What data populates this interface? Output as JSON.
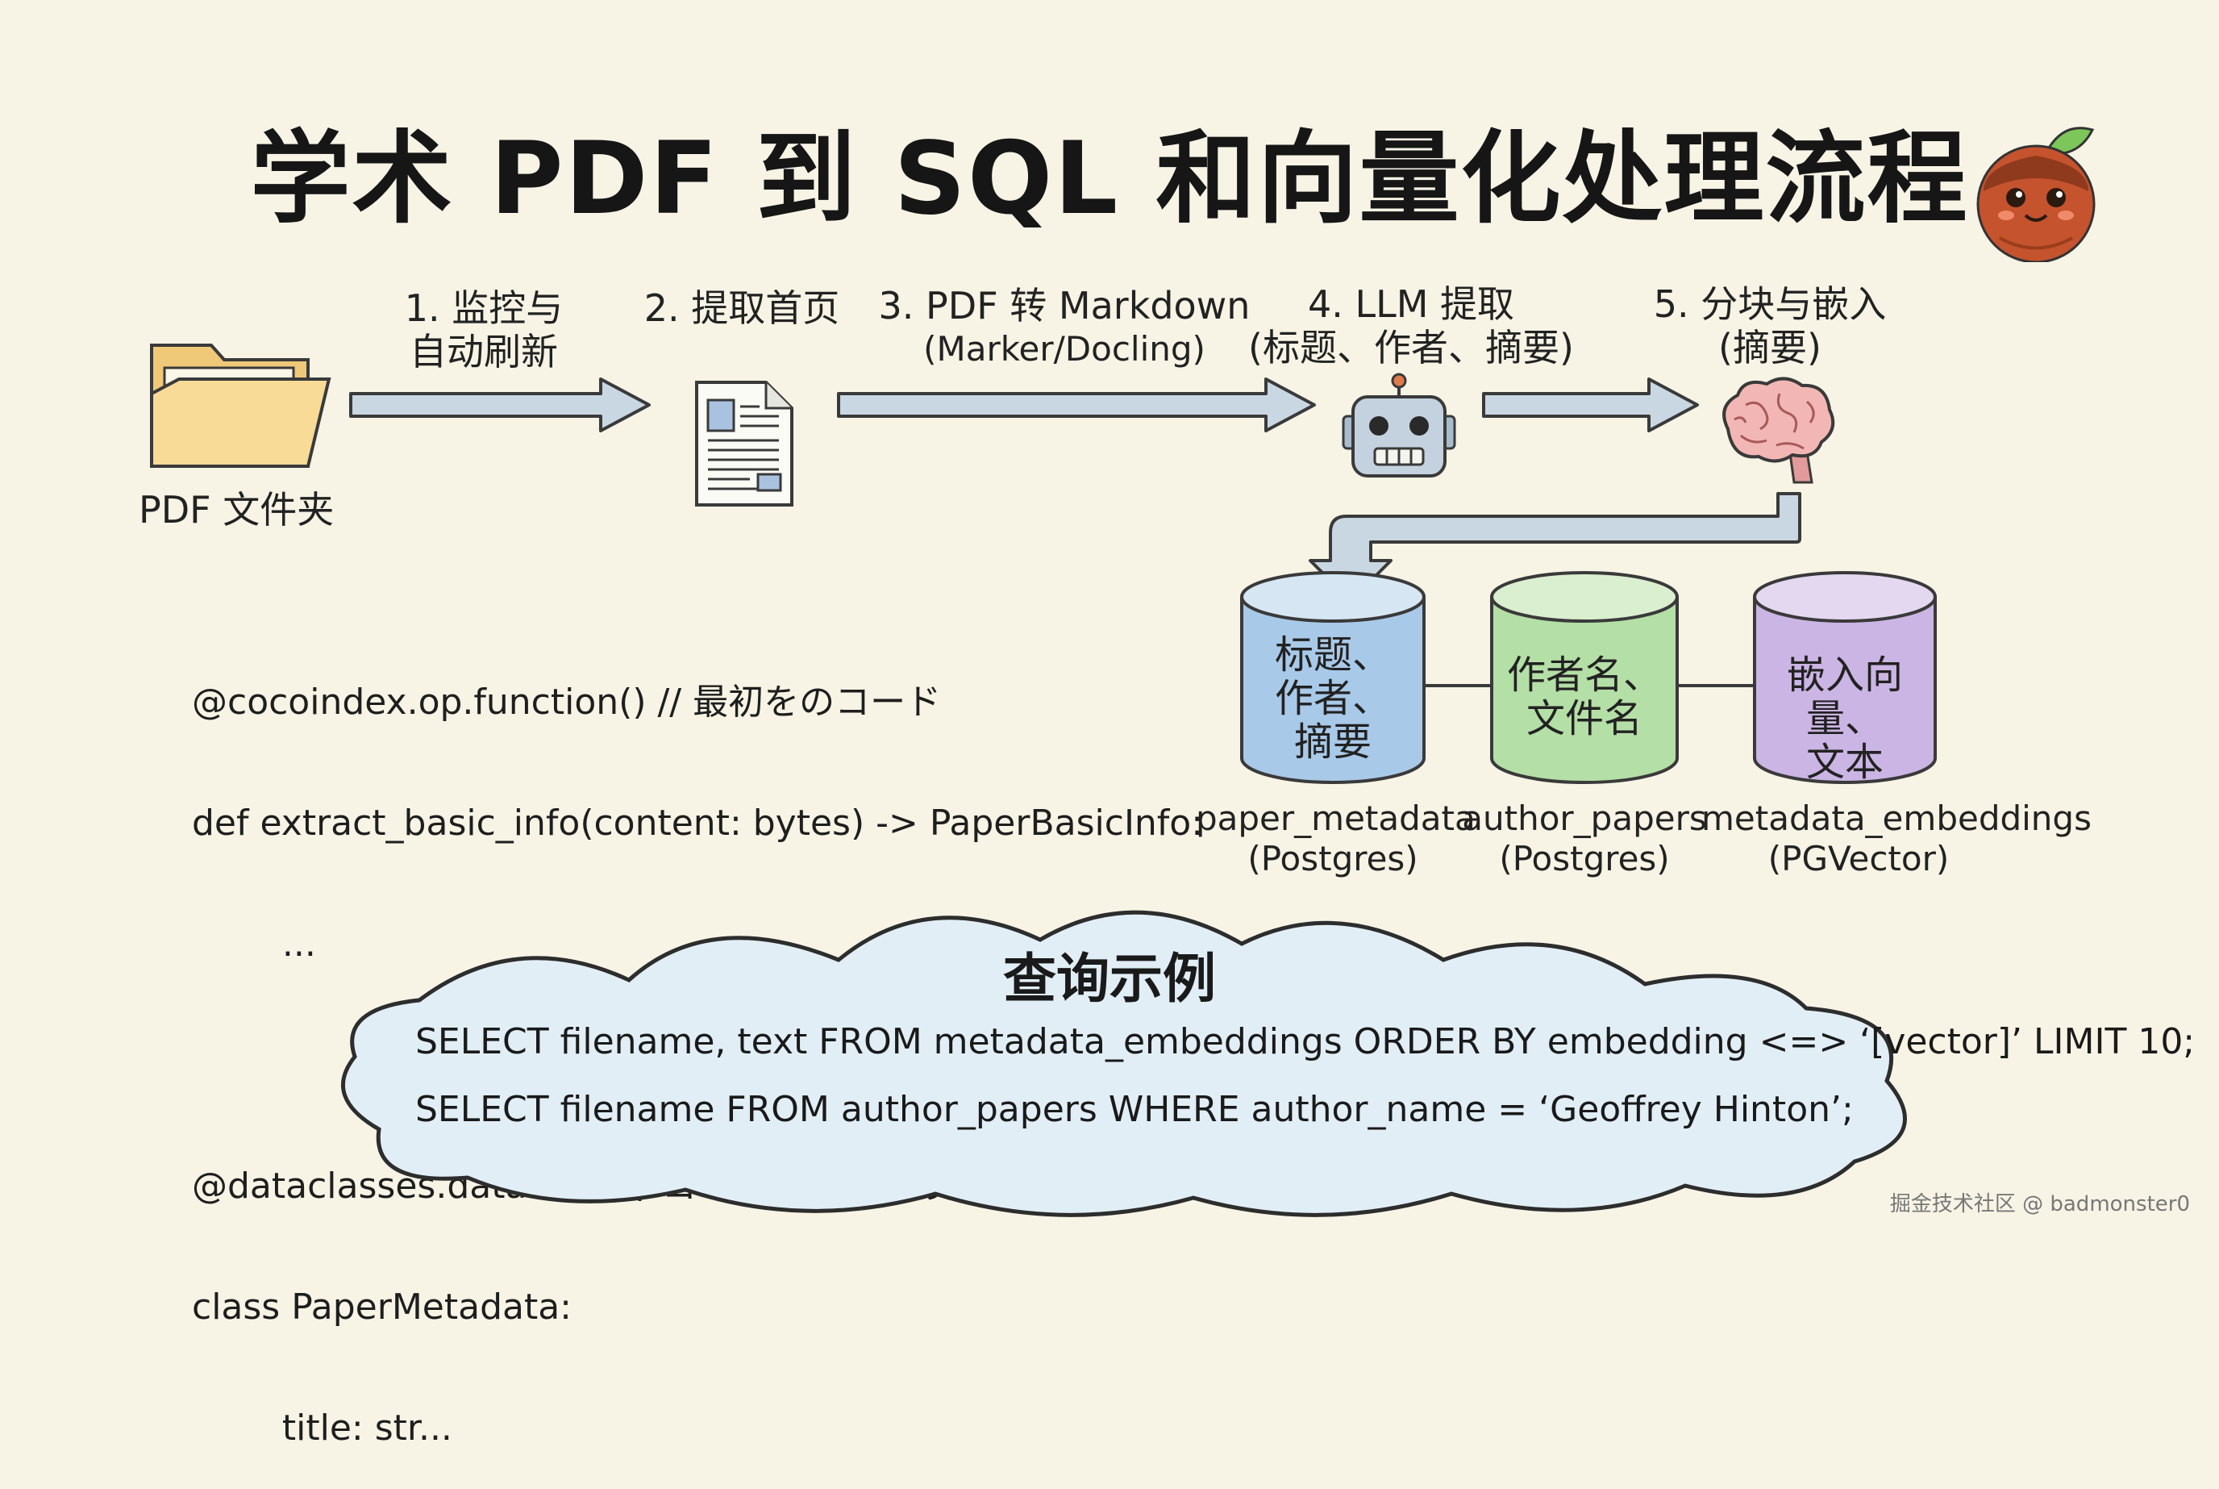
{
  "title": "学术 PDF 到 SQL 和向量化处理流程",
  "source_folder": {
    "label": "PDF 文件夹",
    "icon": "folder-icon"
  },
  "steps": [
    {
      "line1": "1. 监控与",
      "line2": "自动刷新",
      "icon": ""
    },
    {
      "line1": "2. 提取首页",
      "line2": "",
      "icon": "document-icon"
    },
    {
      "line1": "3. PDF 转 Markdown",
      "line2": "(Marker/Docling)",
      "icon": ""
    },
    {
      "line1": "4. LLM 提取",
      "line2": "(标题、作者、摘要)",
      "icon": "robot-icon"
    },
    {
      "line1": "5. 分块与嵌入",
      "line2": "(摘要)",
      "icon": "brain-icon"
    }
  ],
  "code_lines": [
    "@cocoindex.op.function() // 最初をのコード",
    "def extract_basic_info(content: bytes) -> PaperBasicInfo:",
    "        ...",
    "",
    "@dataclasses.dataclass // ココメードを埋め込みによる",
    "class PaperMetadata:",
    "        title: str..."
  ],
  "databases": [
    {
      "content": [
        "标题、",
        "作者、",
        "摘要"
      ],
      "name": "paper_metadata",
      "engine": "(Postgres)",
      "color": "#a9c9e8"
    },
    {
      "content": [
        "作者名、",
        "文件名"
      ],
      "name": "author_papers",
      "engine": "(Postgres)",
      "color": "#b4dfa6"
    },
    {
      "content": [
        "嵌入向量、",
        "文本"
      ],
      "name": "metadata_embeddings",
      "engine": "(PGVector)",
      "color": "#cbb5e4"
    }
  ],
  "query": {
    "title": "查询示例",
    "lines": [
      "SELECT filename, text FROM metadata_embeddings ORDER BY embedding <=> ‘[vector]’ LIMIT 10;",
      "SELECT filename FROM author_papers WHERE author_name = ‘Geoffrey Hinton’;"
    ]
  },
  "watermark": "掘金技术社区 @ badmonster0",
  "colors": {
    "background": "#f7f4e6",
    "arrow": "#c9d7e2",
    "cloud": "#e2eef6",
    "folder": "#f5d88f",
    "mascot": "#c5532d"
  }
}
